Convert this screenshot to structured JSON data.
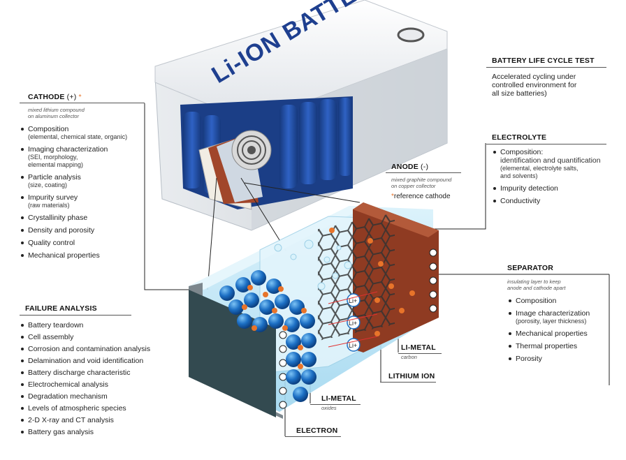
{
  "battery": {
    "brand_label": "Li-ION BATTERY"
  },
  "cathode": {
    "title": "CATHODE",
    "sign": "(+)",
    "star": "*",
    "subtitle_1": "mixed lithium compound",
    "subtitle_2": "on aluminum collector",
    "items": [
      {
        "label": "Composition",
        "detail": "(elemental, chemical state, organic)"
      },
      {
        "label": "Imaging characterization",
        "detail": "(SEI, morphology,",
        "detail2": "elemental mapping)"
      },
      {
        "label": "Particle analysis",
        "detail": "(size, coating)"
      },
      {
        "label": "Impurity survey",
        "detail": "(raw materials)"
      },
      {
        "label": "Crystallinity phase"
      },
      {
        "label": "Density and porosity"
      },
      {
        "label": "Quality control"
      },
      {
        "label": "Mechanical properties"
      }
    ]
  },
  "failure": {
    "title": "FAILURE ANALYSIS",
    "items": [
      "Battery teardown",
      "Cell assembly",
      "Corrosion and contamination analysis",
      "Delamination and void identification",
      "Battery discharge characteristic",
      "Electrochemical analysis",
      "Degradation mechanism",
      "Levels of atmospheric species",
      "2-D X-ray and CT analysis",
      "Battery gas analysis"
    ]
  },
  "lifecycle": {
    "title": "BATTERY LIFE CYCLE TEST",
    "text_1": "Accelerated cycling under",
    "text_2": "controlled environment for",
    "text_3": "all size batteries)"
  },
  "electrolyte": {
    "title": "ELECTROLYTE",
    "items": [
      {
        "label": "Composition:",
        "detail": "identification and quantification",
        "detail2": "(elemental, electrolyte salts,",
        "detail3": "and solvents)"
      },
      {
        "label": "Impurity detection"
      },
      {
        "label": "Conductivity"
      }
    ]
  },
  "anode": {
    "title": "ANODE",
    "sign": "(-)",
    "subtitle_1": "mixed graphite compound",
    "subtitle_2": "on copper collector",
    "star": "*",
    "note": "reference  cathode"
  },
  "separator": {
    "title": "SEPARATOR",
    "subtitle_1": "insulating layer to keep",
    "subtitle_2": "anode and cathode apart",
    "items": [
      {
        "label": "Composition"
      },
      {
        "label": "Image characterization",
        "detail": "(porosity, layer thickness)"
      },
      {
        "label": "Mechanical properties"
      },
      {
        "label": "Thermal properties"
      },
      {
        "label": "Porosity"
      }
    ]
  },
  "li_metal_carbon": {
    "title": "LI-METAL",
    "sub": "carbon"
  },
  "lithium_ion": {
    "title": "LITHIUM ION"
  },
  "li_metal_oxides": {
    "title": "LI-METAL",
    "sub": "oxides"
  },
  "electron": {
    "title": "ELECTRON"
  },
  "ion_label": "Li+",
  "colors": {
    "anode_copper": "#8f3b22",
    "electrolyte_blue": "#bfe6f7",
    "cell_blue": "#1f4a9e",
    "star": "#e8742a",
    "particle": "#1c6fc4",
    "graphite": "#333333"
  }
}
